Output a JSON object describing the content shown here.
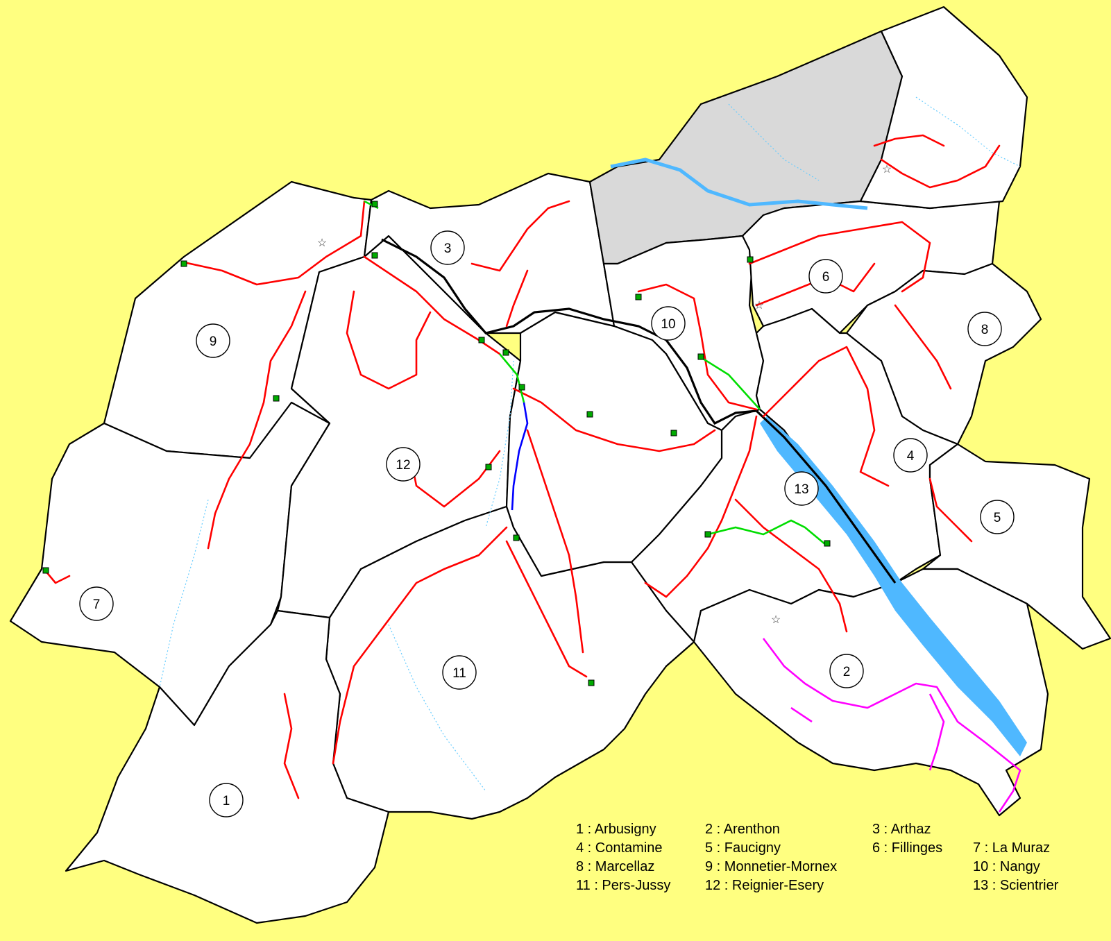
{
  "map": {
    "colors": {
      "background": "#ffff80",
      "commune_fill": "#ffffff",
      "excluded_fill": "#d9d9d9",
      "network": "#ff0000",
      "network_alt": "#ff00ff",
      "link": "#00dd00",
      "water": "#4fb8ff"
    },
    "communes": [
      {
        "number": "1",
        "name": "Arbusigny"
      },
      {
        "number": "2",
        "name": "Arenthon"
      },
      {
        "number": "3",
        "name": "Arthaz"
      },
      {
        "number": "4",
        "name": "Contamine"
      },
      {
        "number": "5",
        "name": "Faucigny"
      },
      {
        "number": "6",
        "name": "Fillinges"
      },
      {
        "number": "7",
        "name": "La Muraz"
      },
      {
        "number": "8",
        "name": "Marcellaz"
      },
      {
        "number": "9",
        "name": "Monnetier-Mornex"
      },
      {
        "number": "10",
        "name": "Nangy"
      },
      {
        "number": "11",
        "name": "Pers-Jussy"
      },
      {
        "number": "12",
        "name": "Reignier-Esery"
      },
      {
        "number": "13",
        "name": "Scientrier"
      }
    ]
  },
  "legend": [
    [
      "1 : Arbusigny",
      "2 : Arenthon",
      "3 : Arthaz",
      ""
    ],
    [
      "4 : Contamine",
      "5 : Faucigny",
      "6 : Fillinges",
      "7 : La Muraz"
    ],
    [
      "8 : Marcellaz",
      "9 : Monnetier-Mornex",
      "",
      "10 : Nangy"
    ],
    [
      "11 : Pers-Jussy",
      "12 : Reignier-Esery",
      "",
      "13 : Scientrier"
    ]
  ]
}
